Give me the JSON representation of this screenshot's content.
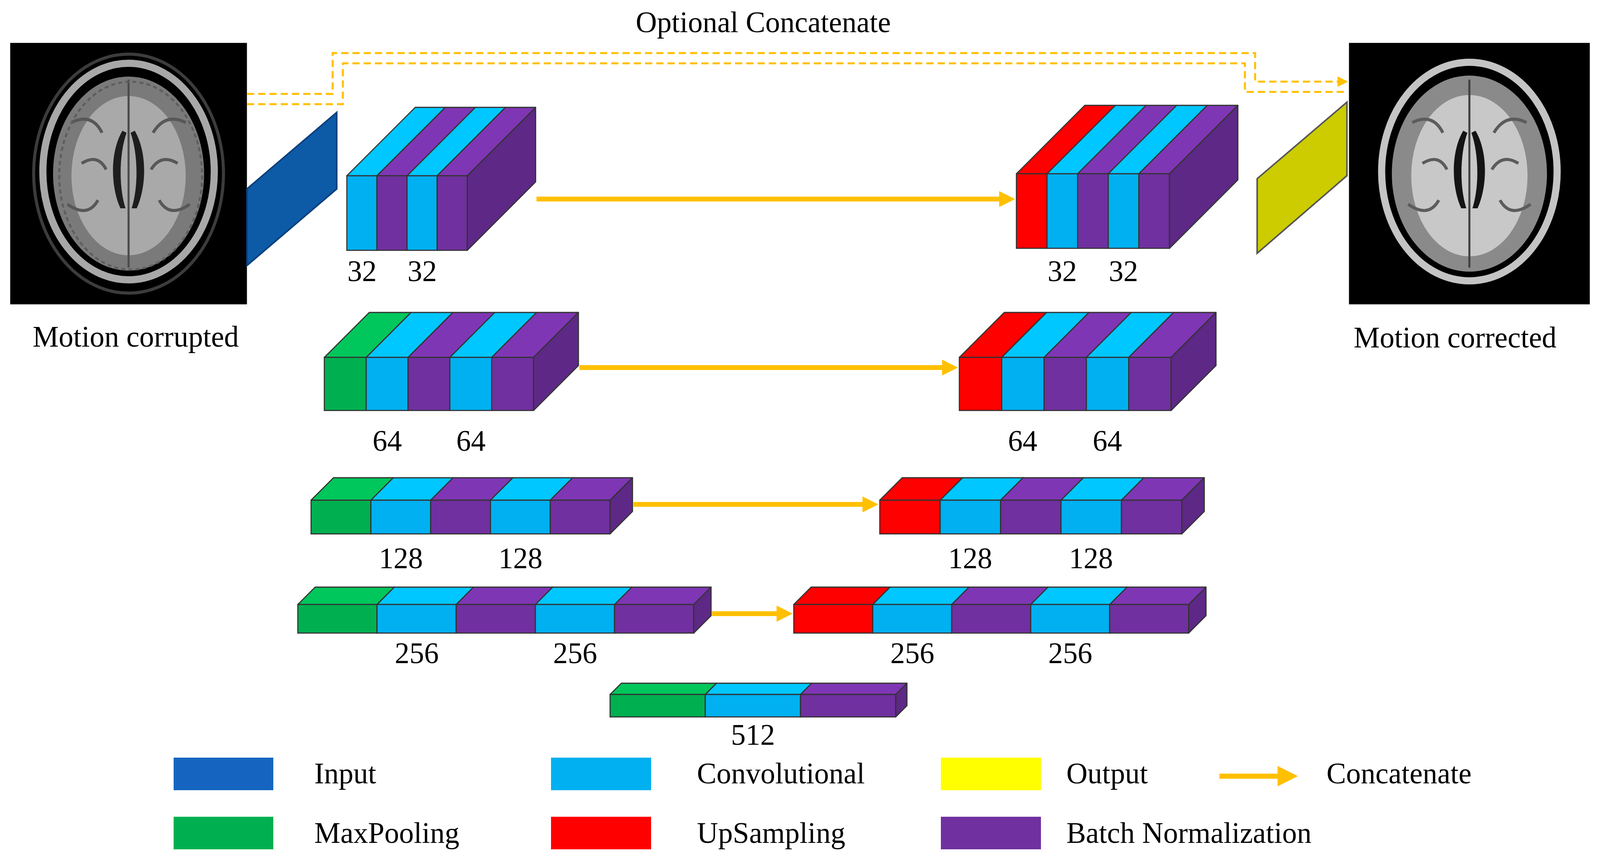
{
  "diagram": {
    "nodes": [
      {
        "text": [
          "Motion corrupted"
        ]
      },
      {
        "text": [
          "32",
          "32"
        ]
      },
      {
        "text": [
          "32",
          "32"
        ]
      },
      {
        "text": [
          "Motion corrected"
        ]
      },
      {
        "text": [
          "64",
          "64"
        ]
      },
      {
        "text": [
          "64",
          "64"
        ]
      },
      {
        "text": [
          "128",
          "128"
        ]
      },
      {
        "text": [
          "128",
          "128"
        ]
      },
      {
        "text": [
          "256",
          "256"
        ]
      },
      {
        "text": [
          "256",
          "256"
        ]
      },
      {
        "text": [
          "512"
        ]
      }
    ],
    "edges": [
      {
        "from": 0,
        "to": 3,
        "label": "Optional Concatenate",
        "arrow": "to"
      },
      {
        "from": 1,
        "to": 2,
        "arrow": "to"
      },
      {
        "from": 4,
        "to": 5,
        "arrow": "to"
      },
      {
        "from": 6,
        "to": 7,
        "arrow": "to"
      },
      {
        "from": 8,
        "to": 9,
        "arrow": "to"
      }
    ],
    "legend": [
      {
        "text": "Input",
        "color": "#1565c0"
      },
      {
        "text": "Convolutional",
        "color": "#00b0f0"
      },
      {
        "text": "Output",
        "color": "#ffff00"
      },
      {
        "text": "Concatenate"
      },
      {
        "text": "MaxPooling",
        "color": "#00b050"
      },
      {
        "text": "UpSampling",
        "color": "#ff0000"
      },
      {
        "text": "Batch Normalization",
        "color": "#7030a0"
      }
    ]
  }
}
